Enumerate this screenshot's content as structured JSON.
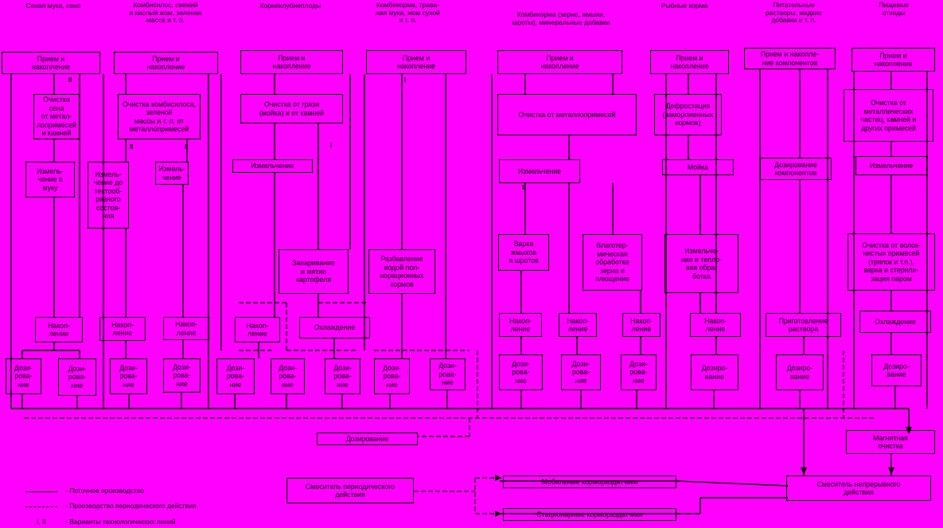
{
  "columns": [
    {
      "title": "Сеная мука, сено"
    },
    {
      "title": "Комбисилос, свежий\nи кислый жом, зеленая\nмасса и т. п."
    },
    {
      "title": "Корнеклубнеплоды"
    },
    {
      "title": "Комбикорма, трава-\nная мука, жом сухой\nи т. п."
    },
    {
      "title": "Комбикорма (зерно, жмыхи,\nшроты), минеральные добавки"
    },
    {
      "title": "Рыбные корма"
    },
    {
      "title": "Питательные\nрастворы, жидкие\nдобавки и т. п."
    },
    {
      "title": "Пищевые\nотходы"
    }
  ],
  "boxes": {
    "receive": "Прием и\nнакопление",
    "receive_components": "Прием и накопле-\nние компонентов",
    "clean_hay": "Очистка сена\nот метал-\nлопримесей\nи камней",
    "clean_silage": "Очистка комбисилоса,\nзеленой\nмассы и т. п. от\nметаллопримесей",
    "clean_roots": "Очистка от грязи\n(мойка) и от камней",
    "clean_metal": "Очистка от металлопримесей",
    "defrost": "Дефростация\n(замороженных\nкормов)",
    "clean_food": "Очистка от\nметаллических\nчастиц, камней и\nдругих примесей",
    "grind_flour": "Измель-\nчение в\nмуку",
    "grind_fine": "Измель-\nчение до\nтестооб-\nразного\nсостоя-\nния",
    "grind_short": "Измель-\nчение",
    "grind": "Измельчение",
    "wash": "Мойка",
    "dose_components": "Дозирование\nкомпонентов",
    "steam_roots": "Запаривание\nи мятие\nкартофеля",
    "dilute": "Разбавление\nводой пол-\nнорационных кормов",
    "cook_cake": "Варка\nжмыхов\nи шротов",
    "hydro": "Влаготер-\nмическая\nобработка\nзерна и\nплющение",
    "grind_heat": "Измельче-\nние и тепло-\nвая обра-\nботка",
    "clean_soft": "Очистка от волок-\nнистых примесей\n(тряпок и т.п.),\nварка и стерили-\nзация паром",
    "accum": "Накоп-\nление",
    "cooling": "Охлаждение",
    "prepare_solution": "Приготовление\nраствора",
    "dosing_split": "Дози-\nрова-\nние",
    "dosing": "Дозиро-\nвание",
    "dosing_long": "Дозирование",
    "magnetic": "Магнитная\nочистка",
    "batch_mixer": "Смеситель периодического\nдействия",
    "continuous_mixer": "Смеситель непрерывного\nдействия",
    "mobile": "Мобильные кормораздатчики",
    "stationary": "Стационарные кормораздатчики"
  },
  "marks": {
    "one": "I",
    "two": "II"
  },
  "legend": {
    "solid": "- Поточное производство",
    "dashed": "- Производство периодического действия",
    "variants_key": "I, II",
    "variants": "- Варианты технологических линий"
  }
}
